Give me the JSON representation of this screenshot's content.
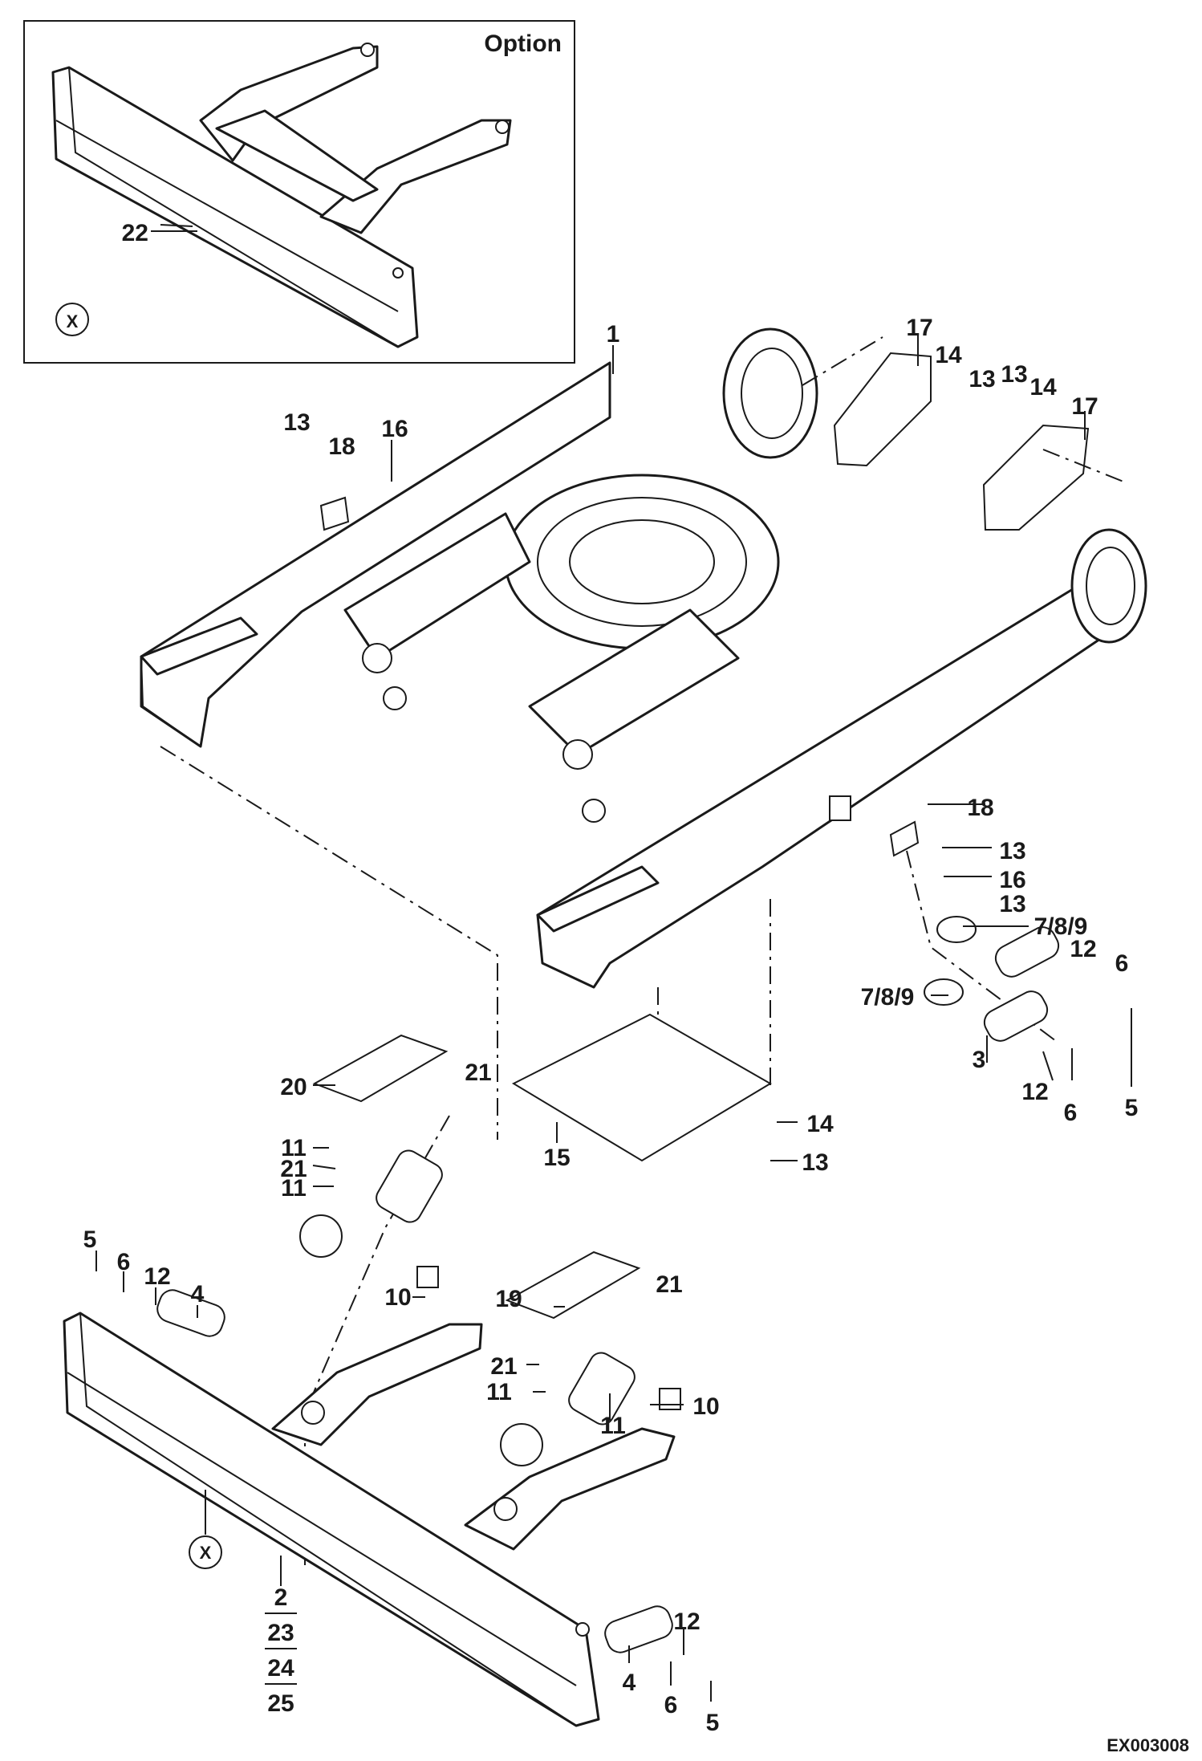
{
  "inset": {
    "title": "Option",
    "callout": "22",
    "marker": "X"
  },
  "callouts": {
    "c1": "1",
    "c2": "2",
    "c23": "23",
    "c24": "24",
    "c25": "25",
    "c3": "3",
    "c4a": "4",
    "c4b": "4",
    "c5a": "5",
    "c5b": "5",
    "c5c": "5",
    "c6a": "6",
    "c6b": "6",
    "c6c": "6",
    "c6d": "6",
    "c789a": "7/8/9",
    "c789b": "7/8/9",
    "c10a": "10",
    "c10b": "10",
    "c11a": "11",
    "c11b": "11",
    "c11c": "11",
    "c11d": "11",
    "c12a": "12",
    "c12b": "12",
    "c12c": "12",
    "c12d": "12",
    "c13a": "13",
    "c13b": "13",
    "c13c": "13",
    "c13d": "13",
    "c13e": "13",
    "c13f": "13",
    "c14a": "14",
    "c14b": "14",
    "c14c": "14",
    "c15": "15",
    "c16a": "16",
    "c16b": "16",
    "c17a": "17",
    "c17b": "17",
    "c18a": "18",
    "c18b": "18",
    "c19": "19",
    "c20": "20",
    "c21a": "21",
    "c21b": "21",
    "c21c": "21",
    "c21d": "21"
  },
  "blade_marker": "X",
  "figure_code": "EX003008",
  "colors": {
    "ink": "#1a1a1a",
    "paper": "#ffffff"
  }
}
